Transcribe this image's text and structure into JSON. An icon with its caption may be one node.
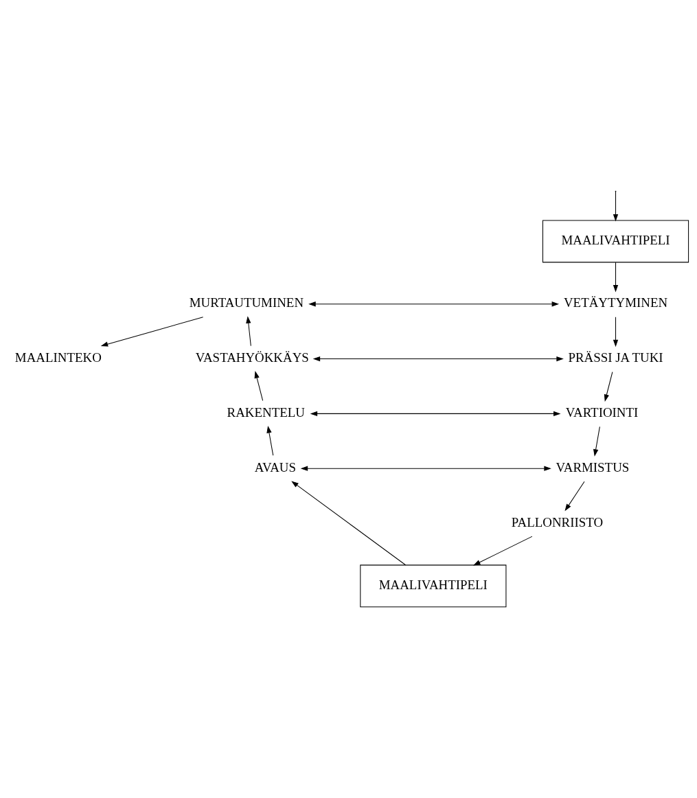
{
  "diagram": {
    "nodes": [
      {
        "text": [
          "MAALIVAHTIPELI"
        ]
      },
      {
        "text": [
          "MAALINTEKO"
        ]
      },
      {
        "text": [
          "MURTAUTUMINEN"
        ]
      },
      {
        "text": [
          "VETÄYTYMINEN"
        ]
      },
      {
        "text": [
          "VASTAHYÖKKÄYS"
        ]
      },
      {
        "text": [
          "PRÄSSI JA TUKI"
        ]
      },
      {
        "text": [
          "RAKENTELU"
        ]
      },
      {
        "text": [
          "VARTIOINTI"
        ]
      },
      {
        "text": [
          "AVAUS"
        ]
      },
      {
        "text": [
          "VARMISTUS"
        ]
      },
      {
        "text": [
          "PALLONRIISTO"
        ]
      },
      {
        "text": [
          "MAALIVAHTIPELI"
        ]
      }
    ],
    "edges": [
      {
        "from": null,
        "to": 0,
        "arrow": "to"
      },
      {
        "from": 0,
        "to": 3,
        "arrow": "to"
      },
      {
        "from": 2,
        "to": 1,
        "arrow": "to"
      },
      {
        "from": 2,
        "to": 3,
        "arrow": "both"
      },
      {
        "from": 3,
        "to": 5,
        "arrow": "to"
      },
      {
        "from": 4,
        "to": 2,
        "arrow": "to"
      },
      {
        "from": 4,
        "to": 5,
        "arrow": "both"
      },
      {
        "from": 5,
        "to": 7,
        "arrow": "to"
      },
      {
        "from": 6,
        "to": 4,
        "arrow": "to"
      },
      {
        "from": 6,
        "to": 7,
        "arrow": "both"
      },
      {
        "from": 7,
        "to": 9,
        "arrow": "to"
      },
      {
        "from": 8,
        "to": 6,
        "arrow": "to"
      },
      {
        "from": 8,
        "to": 9,
        "arrow": "both"
      },
      {
        "from": 9,
        "to": 10,
        "arrow": "to"
      },
      {
        "from": 10,
        "to": 11,
        "arrow": "to"
      },
      {
        "from": 11,
        "to": 8,
        "arrow": "to"
      }
    ]
  }
}
